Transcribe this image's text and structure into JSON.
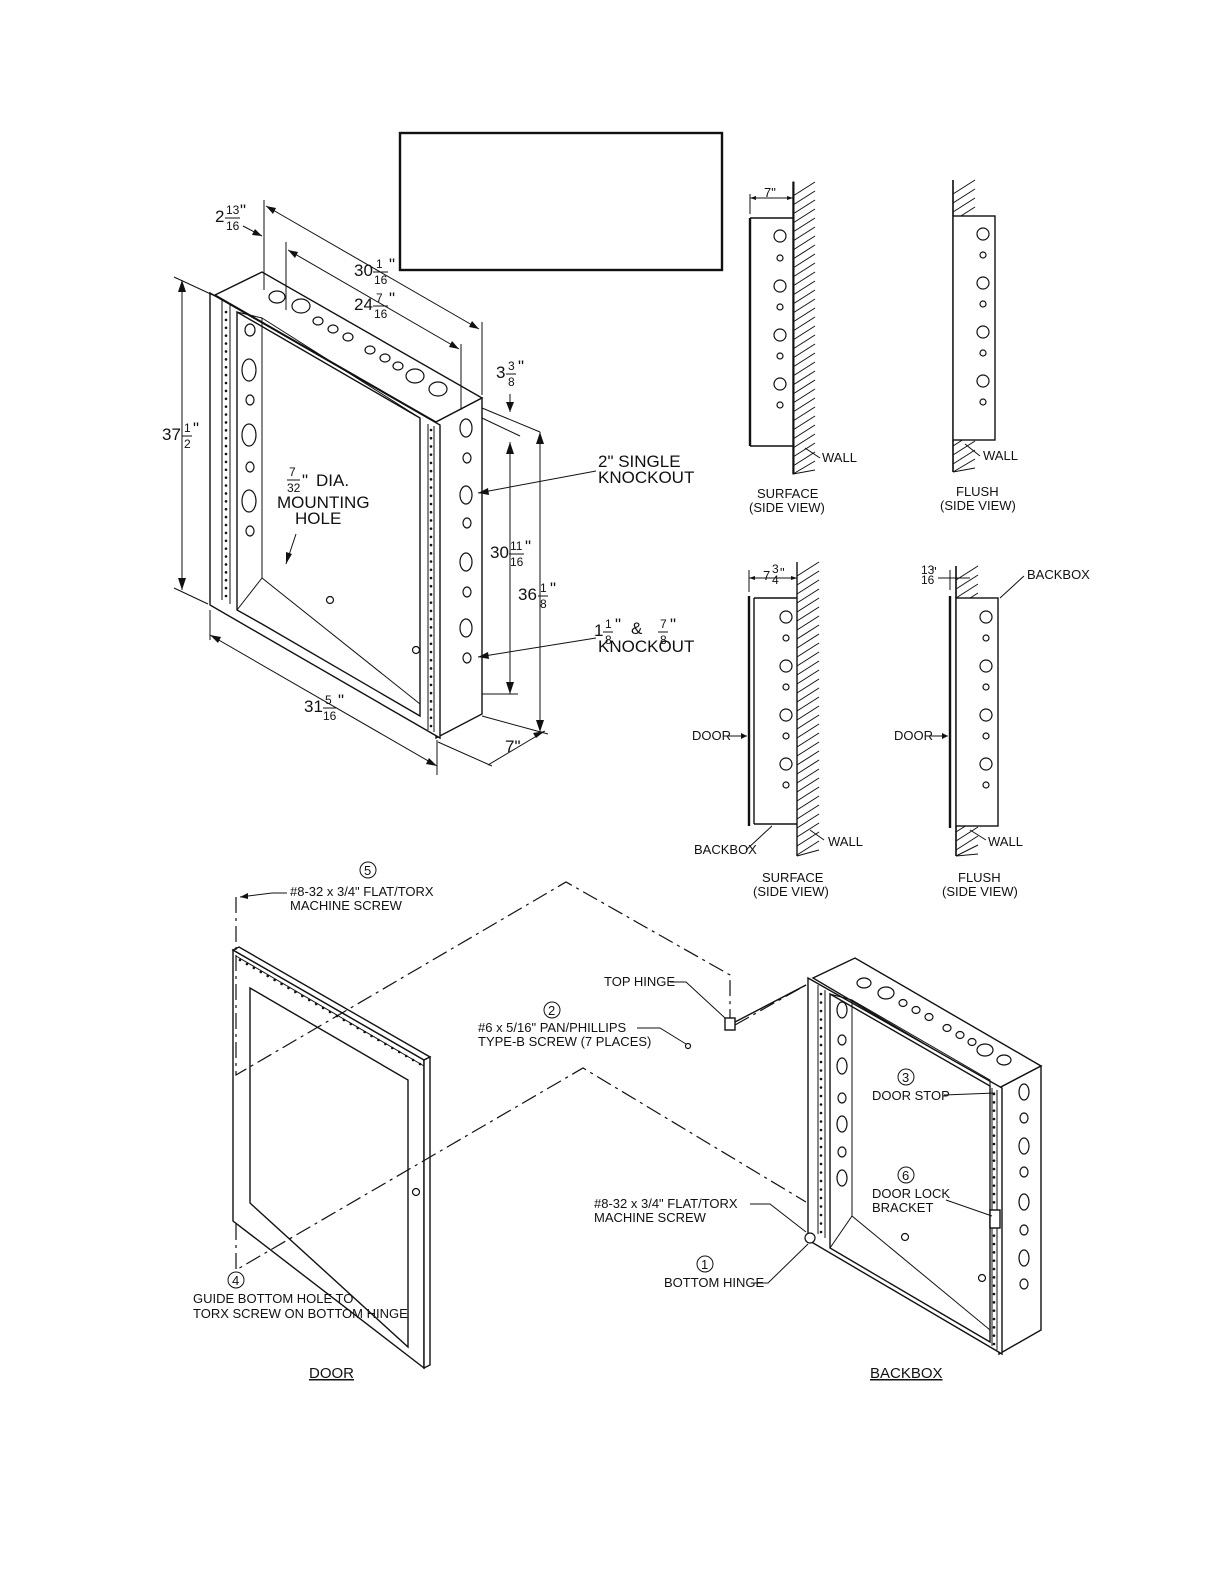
{
  "dimensions": {
    "d_2_13_16": {
      "whole": "2",
      "num": "13",
      "den": "16",
      "unit": "\""
    },
    "d_30_1_16": {
      "whole": "30",
      "num": "1",
      "den": "16",
      "unit": "\""
    },
    "d_24_7_16": {
      "whole": "24",
      "num": "7",
      "den": "16",
      "unit": "\""
    },
    "d_3_3_8": {
      "whole": "3",
      "num": "3",
      "den": "8",
      "unit": "\""
    },
    "d_37_1_2": {
      "whole": "37",
      "num": "1",
      "den": "2",
      "unit": "\""
    },
    "d_30_11_16": {
      "whole": "30",
      "num": "11",
      "den": "16",
      "unit": "\""
    },
    "d_36_1_8": {
      "whole": "36",
      "num": "1",
      "den": "8",
      "unit": "\""
    },
    "d_31_5_16": {
      "whole": "31",
      "num": "5",
      "den": "16",
      "unit": "\""
    },
    "d_7": "7\"",
    "mount_hole_frac": {
      "num": "7",
      "den": "32",
      "unit": "\""
    },
    "mount_hole_text": [
      "DIA.",
      "MOUNTING",
      "HOLE"
    ],
    "single_knockout": [
      "2\" SINGLE",
      "KNOCKOUT"
    ],
    "ko_frac_a": {
      "whole": "1",
      "num": "1",
      "den": "8",
      "unit": "\""
    },
    "ko_amp": "&",
    "ko_frac_b": {
      "num": "7",
      "den": "8",
      "unit": "\""
    },
    "ko_text": "KNOCKOUT"
  },
  "side_views": {
    "sv1": {
      "dim": "7\"",
      "wall": "WALL",
      "title": "SURFACE",
      "sub": "(SIDE VIEW)"
    },
    "sv2": {
      "wall": "WALL",
      "title": "FLUSH",
      "sub": "(SIDE VIEW)"
    },
    "sv3": {
      "dim": {
        "whole": "7",
        "num": "3",
        "den": "4",
        "unit": "\""
      },
      "door": "DOOR",
      "backbox": "BACKBOX",
      "wall": "WALL",
      "title": "SURFACE",
      "sub": "(SIDE VIEW)"
    },
    "sv4": {
      "dim": {
        "num": "13",
        "den": "16",
        "unit": "\""
      },
      "backbox": "BACKBOX",
      "door": "DOOR",
      "wall": "WALL",
      "title": "FLUSH",
      "sub": "(SIDE VIEW)"
    }
  },
  "assembly": {
    "callout_5": {
      "num": "5",
      "lines": [
        "#8-32 x 3/4\" FLAT/TORX",
        "MACHINE SCREW"
      ]
    },
    "top_hinge": "TOP HINGE",
    "callout_2": {
      "num": "2",
      "lines": [
        "#6 x 5/16\" PAN/PHILLIPS",
        "TYPE-B SCREW (7 PLACES)"
      ]
    },
    "callout_3": {
      "num": "3",
      "lines": [
        "DOOR STOP"
      ]
    },
    "callout_6": {
      "num": "6",
      "lines": [
        "DOOR LOCK",
        "BRACKET"
      ]
    },
    "machine_screw": [
      "#8-32 x 3/4\" FLAT/TORX",
      "MACHINE SCREW"
    ],
    "callout_1": {
      "num": "1",
      "lines": [
        "BOTTOM HINGE"
      ]
    },
    "callout_4": {
      "num": "4",
      "lines": [
        "GUIDE BOTTOM HOLE TO",
        "TORX SCREW ON BOTTOM HINGE"
      ]
    },
    "title_door": "DOOR",
    "title_backbox": "BACKBOX"
  }
}
